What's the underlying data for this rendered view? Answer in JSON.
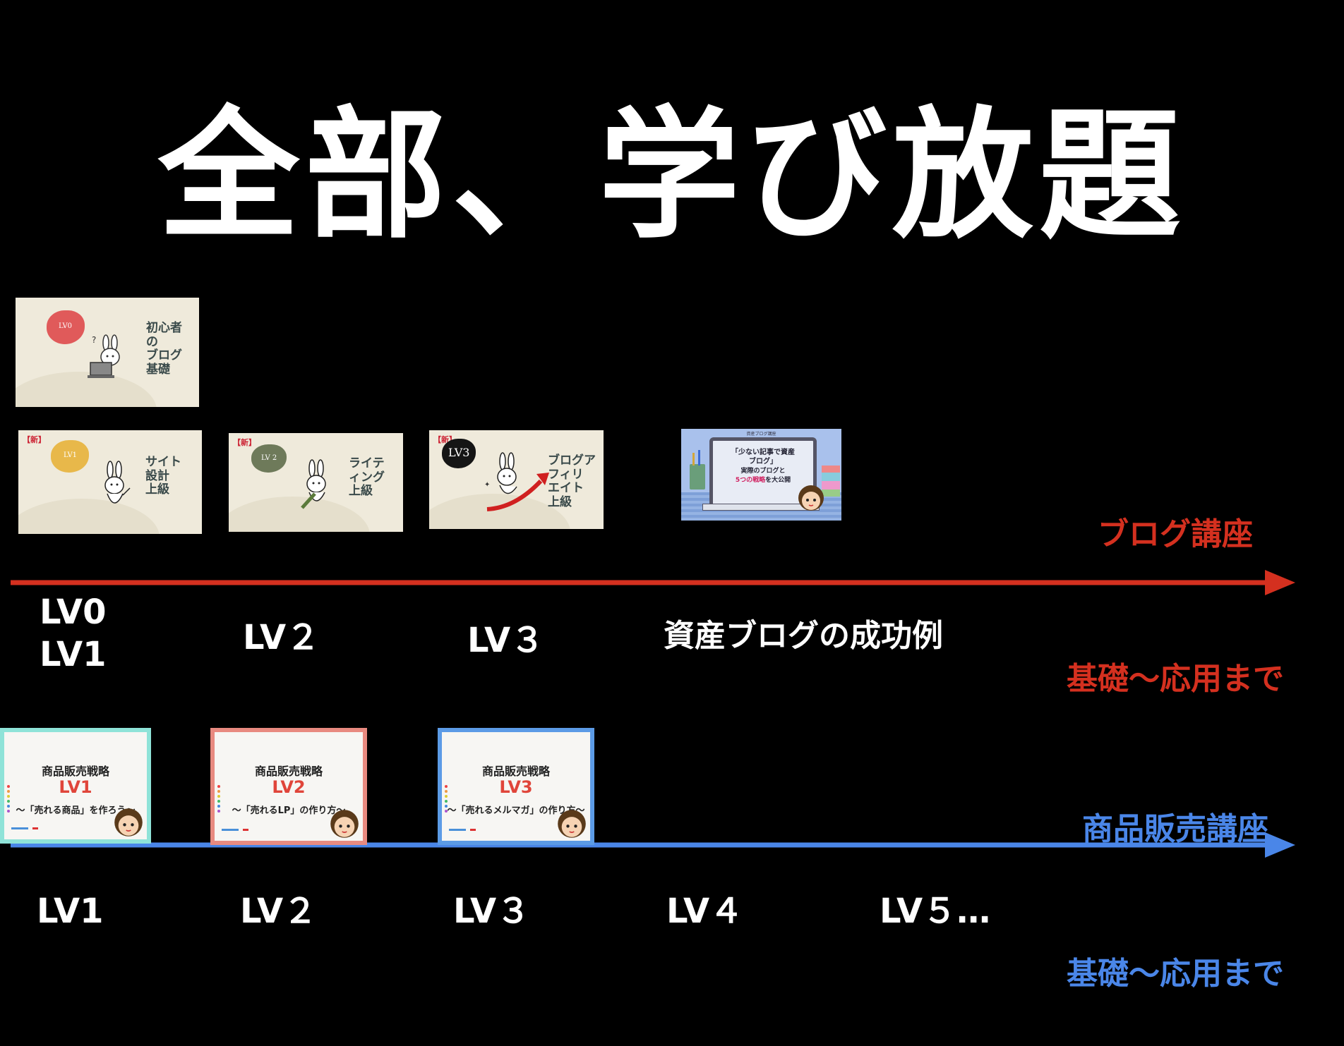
{
  "title": "全部、学び放題",
  "blog_course": {
    "label_line1": "ブログ講座",
    "label_line2": "基礎〜応用まで",
    "color": "#d4301f",
    "thumbs": [
      {
        "badge": "LV0",
        "title": "初心者\nの\nブログ\n基礎",
        "blob_color": "#e05a5a",
        "new_tag": ""
      },
      {
        "badge": "LV1",
        "title": "サイト\n設計\n上級",
        "blob_color": "#e8b84a",
        "new_tag": "【新】"
      },
      {
        "badge": "LV 2",
        "title": "ライテ\nィング\n上級",
        "blob_color": "#6e7a5a",
        "new_tag": "【新】"
      },
      {
        "badge": "LV3",
        "title": "ブログア\nフィリ\nエイト\n上級",
        "blob_color": "#151515",
        "new_tag": "【新】"
      }
    ],
    "success_thumb": {
      "top_text": "資産ブログ講座",
      "text1": "「少ない記事で資産",
      "text2": "ブログ」",
      "text3": "実際のブログと",
      "text4_a": "5つの戦略",
      "text4_b": "を大公開"
    },
    "levels": [
      "LV0\nLV1",
      "LV２",
      "LV３",
      "資産ブログの成功例"
    ]
  },
  "sales_course": {
    "label_line1": "商品販売講座",
    "label_line2": "基礎〜応用まで",
    "color": "#4a86e8",
    "cards": [
      {
        "heading": "商品販売戦略",
        "level": "LV1",
        "subtitle": "〜「売れる商品」を作ろう〜",
        "border": "#8fe3d8"
      },
      {
        "heading": "商品販売戦略",
        "level": "LV2",
        "subtitle": "〜「売れるLP」の作り方〜",
        "border": "#e88a80"
      },
      {
        "heading": "商品販売戦略",
        "level": "LV3",
        "subtitle": "〜「売れるメルマガ」の作り方〜",
        "border": "#5c9be6"
      }
    ],
    "levels": [
      "LV1",
      "LV２",
      "LV３",
      "LV４",
      "LV５…"
    ]
  }
}
